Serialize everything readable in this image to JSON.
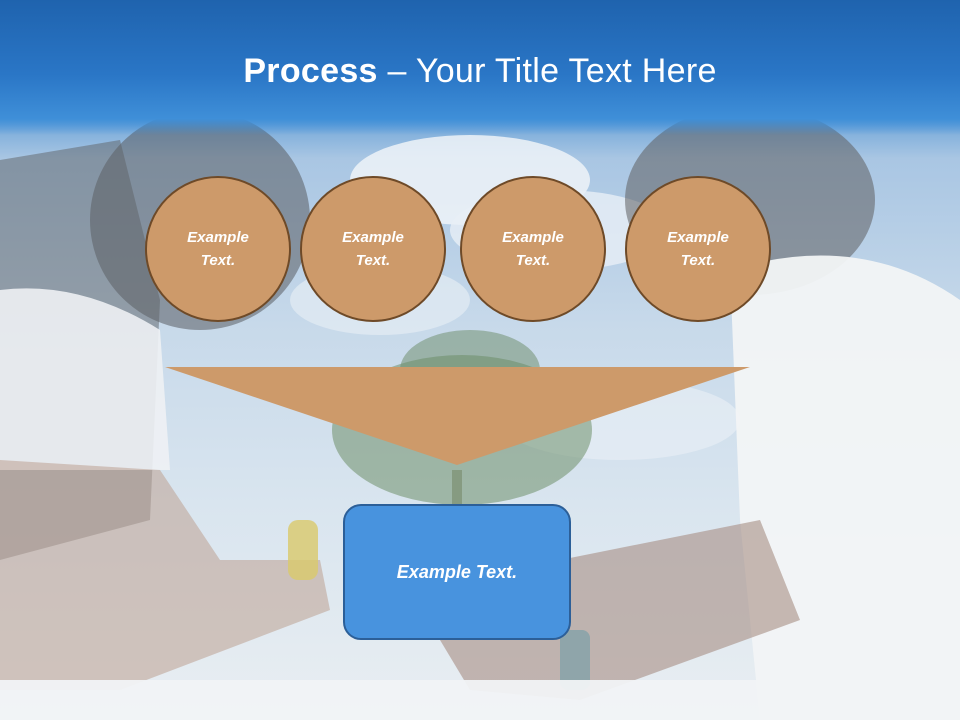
{
  "slide": {
    "title_bold": "Process",
    "title_rest": " – Your Title Text Here",
    "circles": [
      {
        "line1": "Example",
        "line2": "Text."
      },
      {
        "line1": "Example",
        "line2": "Text."
      },
      {
        "line1": "Example",
        "line2": "Text."
      },
      {
        "line1": "Example",
        "line2": "Text."
      }
    ],
    "result_text": "Example Text."
  },
  "colors": {
    "title_bar": "#2a76c6",
    "circle_fill": "#cd9a6a",
    "circle_border": "#6e4a28",
    "funnel_fill": "#cd9a6a",
    "box_fill": "#4893de",
    "box_border": "#2c5f98"
  }
}
